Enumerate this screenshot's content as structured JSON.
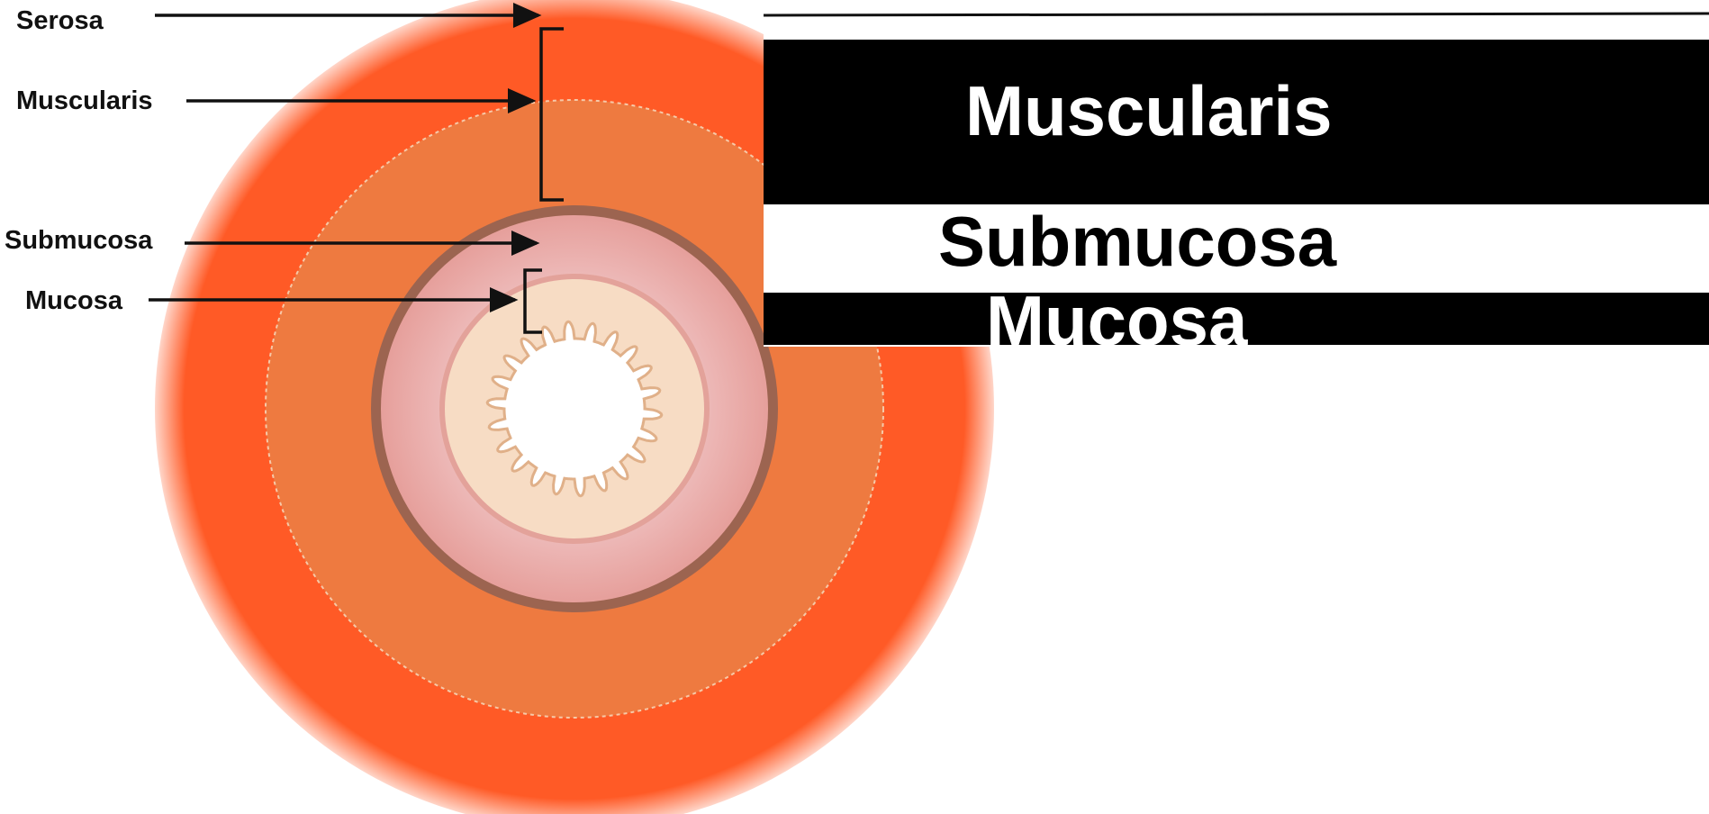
{
  "labels": {
    "serosa": "Serosa",
    "muscularis": "Muscularis",
    "submucosa": "Submucosa",
    "mucosa": "Mucosa"
  },
  "panel": {
    "muscularis": "Muscularis",
    "submucosa": "Submucosa",
    "mucosa": "Mucosa"
  },
  "colors": {
    "serosa": "#ff5a26",
    "muscularis": "#ee7a40",
    "submucosa_edge": "#9c6450",
    "submucosa": "#ecaeae",
    "mucosa": "#f7dcc4",
    "lumen": "#ffffff",
    "arrow": "#111111",
    "panel_dark": "#000000",
    "panel_light": "#ffffff"
  }
}
